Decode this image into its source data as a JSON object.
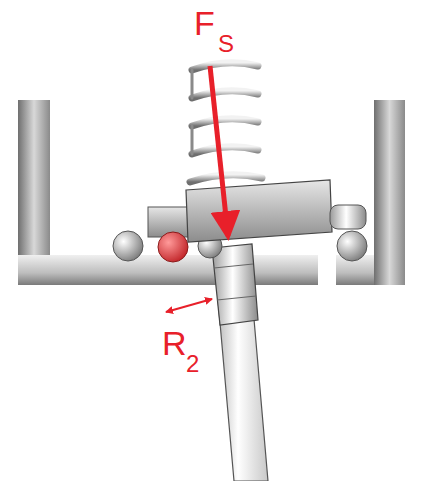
{
  "diagram": {
    "labels": [
      "F",
      "S",
      "R",
      "2"
    ]
  }
}
